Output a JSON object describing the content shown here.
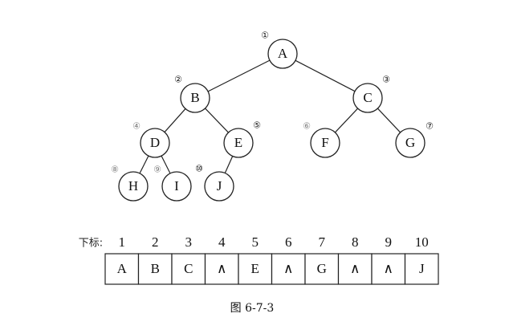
{
  "tree": {
    "nodes": [
      {
        "id": "A",
        "label": "A",
        "number": "①"
      },
      {
        "id": "B",
        "label": "B",
        "number": "②"
      },
      {
        "id": "C",
        "label": "C",
        "number": "③"
      },
      {
        "id": "D",
        "label": "D",
        "number": "④"
      },
      {
        "id": "E",
        "label": "E",
        "number": "⑤"
      },
      {
        "id": "F",
        "label": "F",
        "number": "⑥"
      },
      {
        "id": "G",
        "label": "G",
        "number": "⑦"
      },
      {
        "id": "H",
        "label": "H",
        "number": "⑧"
      },
      {
        "id": "I",
        "label": "I",
        "number": "⑨"
      },
      {
        "id": "J",
        "label": "J",
        "number": "⑩"
      }
    ],
    "edges": [
      [
        "A",
        "B"
      ],
      [
        "A",
        "C"
      ],
      [
        "B",
        "D"
      ],
      [
        "B",
        "E"
      ],
      [
        "C",
        "F"
      ],
      [
        "C",
        "G"
      ],
      [
        "D",
        "H"
      ],
      [
        "D",
        "I"
      ],
      [
        "E",
        "J"
      ]
    ]
  },
  "array": {
    "index_label": "下标:",
    "indices": [
      "1",
      "2",
      "3",
      "4",
      "5",
      "6",
      "7",
      "8",
      "9",
      "10"
    ],
    "cells": [
      "A",
      "B",
      "C",
      "∧",
      "E",
      "∧",
      "G",
      "∧",
      "∧",
      "J"
    ]
  },
  "caption": "图 6-7-3"
}
